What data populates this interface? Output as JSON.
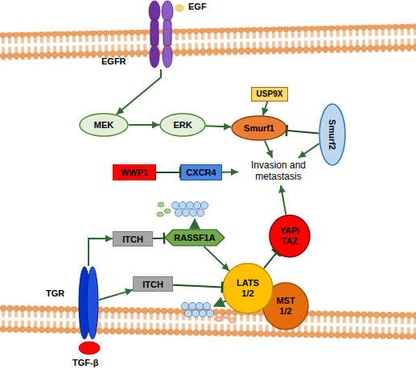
{
  "diagram": {
    "nodes": [
      {
        "text": [
          "EGFR"
        ]
      },
      {
        "text": [
          "MEK"
        ]
      },
      {
        "text": [
          "ERK"
        ]
      },
      {
        "text": [
          "USP9X"
        ]
      },
      {
        "text": [
          "Smurf1"
        ]
      },
      {
        "text": [
          "Smurf2"
        ]
      },
      {
        "text": [
          "Invasion and metastasis"
        ]
      },
      {
        "text": [
          "WWP1"
        ]
      },
      {
        "text": [
          "CXCR4"
        ]
      },
      {
        "text": [
          "YAP/ TAZ"
        ]
      },
      {
        "text": [
          "RASSF1A"
        ]
      },
      {
        "text": [
          "ITCH"
        ]
      },
      {
        "text": [
          "LATS 1/2"
        ]
      },
      {
        "text": [
          "ITCH"
        ]
      },
      {
        "text": [
          "MST 1/2"
        ]
      },
      {
        "text": [
          "TGR"
        ]
      }
    ],
    "edges": [
      {
        "from": 0,
        "to": 1,
        "arrow": "to"
      },
      {
        "from": 1,
        "to": 2,
        "arrow": "to"
      },
      {
        "from": 2,
        "to": 4,
        "arrow": "to"
      },
      {
        "from": 3,
        "to": 4,
        "arrow": "to"
      },
      {
        "from": 5,
        "to": 4,
        "arrow": "to"
      },
      {
        "from": 4,
        "to": 6,
        "arrow": "to"
      },
      {
        "from": 5,
        "to": 6,
        "arrow": "to"
      },
      {
        "from": 7,
        "to": 8,
        "arrow": "to"
      },
      {
        "from": 8,
        "to": 6,
        "arrow": "to"
      },
      {
        "from": 9,
        "to": 6,
        "arrow": "to"
      },
      {
        "from": 12,
        "to": 9,
        "arrow": "to"
      },
      {
        "from": 15,
        "to": 11,
        "arrow": "to"
      },
      {
        "from": 15,
        "to": 13,
        "arrow": "to"
      },
      {
        "from": 11,
        "to": 10,
        "arrow": "to"
      },
      {
        "from": 13,
        "to": 12,
        "arrow": "to"
      },
      {
        "from": 10,
        "to": 12,
        "arrow": "to"
      }
    ],
    "labels": [
      "EGF",
      "TGF-β"
    ]
  }
}
